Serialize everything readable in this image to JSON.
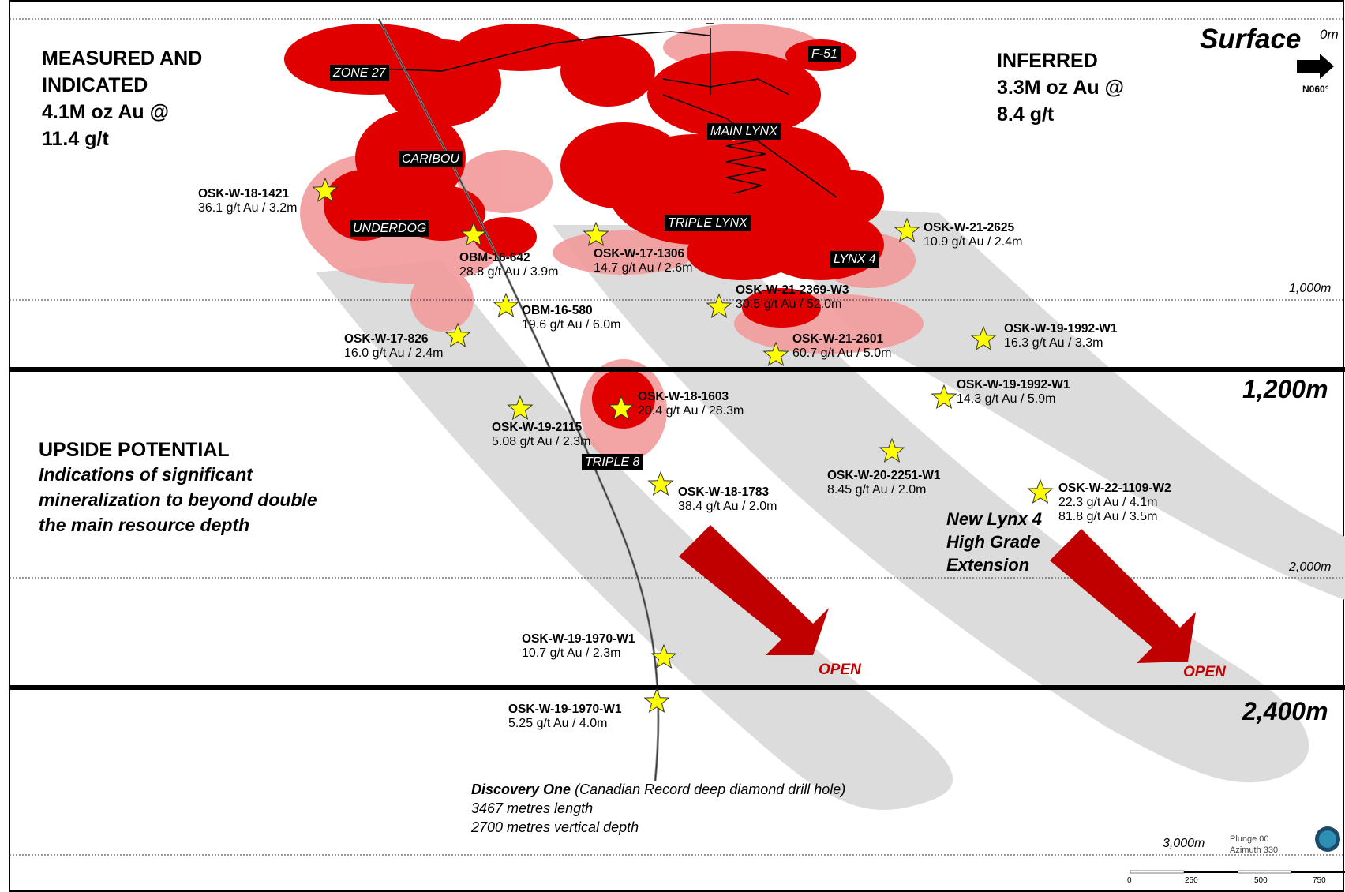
{
  "resources": {
    "measured_indicated_lines": [
      "MEASURED AND",
      "INDICATED",
      "4.1M oz Au @",
      "11.4 g/t"
    ],
    "inferred_lines": [
      "INFERRED",
      "3.3M oz Au @",
      "8.4 g/t"
    ]
  },
  "surface": {
    "label": "Surface",
    "depth": "0m",
    "direction": "N060°"
  },
  "depth_labels": {
    "d1000": "1,000m",
    "d1200": "1,200m",
    "d2000": "2,000m",
    "d2400": "2,400m",
    "d3000": "3,000m"
  },
  "zones": [
    "ZONE 27",
    "F-51",
    "MAIN LYNX",
    "CARIBOU",
    "UNDERDOG",
    "TRIPLE LYNX",
    "LYNX 4",
    "TRIPLE 8"
  ],
  "intercepts": [
    {
      "hole": "OSK-W-18-1421",
      "grade": "36.1 g/t Au / 3.2m"
    },
    {
      "hole": "OBM-16-642",
      "grade": "28.8 g/t Au / 3.9m"
    },
    {
      "hole": "OSK-W-17-1306",
      "grade": "14.7 g/t Au / 2.6m"
    },
    {
      "hole": "OSK-W-21-2625",
      "grade": "10.9 g/t Au / 2.4m"
    },
    {
      "hole": "OBM-16-580",
      "grade": "19.6 g/t Au / 6.0m"
    },
    {
      "hole": "OSK-W-21-2369-W3",
      "grade": "30.5 g/t Au / 52.0m"
    },
    {
      "hole": "OSK-W-17-826",
      "grade": "16.0 g/t Au / 2.4m"
    },
    {
      "hole": "OSK-W-21-2601",
      "grade": "60.7 g/t Au / 5.0m"
    },
    {
      "hole": "OSK-W-19-1992-W1",
      "grade": "16.3 g/t Au / 3.3m"
    },
    {
      "hole": "OSK-W-18-1603",
      "grade": "20.4 g/t Au / 28.3m"
    },
    {
      "hole": "OSK-W-19-1992-W1",
      "grade": "14.3 g/t Au / 5.9m"
    },
    {
      "hole": "OSK-W-19-2115",
      "grade": "5.08 g/t Au / 2.3m"
    },
    {
      "hole": "OSK-W-20-2251-W1",
      "grade": "8.45 g/t Au / 2.0m"
    },
    {
      "hole": "OSK-W-18-1783",
      "grade": "38.4 g/t Au / 2.0m"
    },
    {
      "hole": "OSK-W-22-1109-W2",
      "grade": "22.3 g/t Au / 4.1m",
      "grade2": "81.8 g/t Au / 3.5m"
    },
    {
      "hole": "OSK-W-19-1970-W1",
      "grade": "10.7 g/t Au / 2.3m"
    },
    {
      "hole": "OSK-W-19-1970-W1",
      "grade": "5.25 g/t Au / 4.0m"
    }
  ],
  "upside": {
    "heading": "UPSIDE POTENTIAL",
    "lines": [
      "Indications of significant",
      "mineralization to beyond double",
      "the main resource depth"
    ]
  },
  "extension_lines": [
    "New Lynx 4",
    "High Grade",
    "Extension"
  ],
  "open_label": "OPEN",
  "discovery": {
    "name": "Discovery One",
    "note": " (Canadian Record deep diamond drill hole)",
    "length": "3467 metres length",
    "depth": "2700 metres vertical depth"
  },
  "legend": {
    "plunge": "Plunge 00",
    "azimuth": "Azimuth 330",
    "scale_ticks": [
      "0",
      "250",
      "500",
      "750"
    ]
  },
  "colors": {
    "resource_red": "#e00000",
    "resource_pink": "#f29a9a",
    "plunge_grey": "#dcdcdc",
    "arrow_red": "#c00000",
    "star_yellow": "#ffff00"
  }
}
